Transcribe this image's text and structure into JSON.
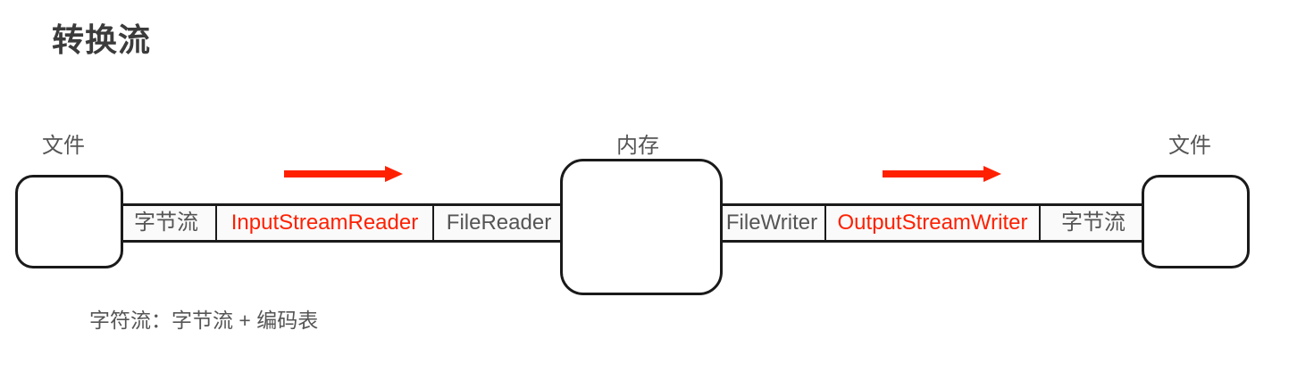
{
  "title": "转换流",
  "diagram": {
    "nodes": [
      {
        "id": "file-left",
        "caption": "文件"
      },
      {
        "id": "memory",
        "caption": "内存"
      },
      {
        "id": "file-right",
        "caption": "文件"
      }
    ],
    "pipelines": [
      {
        "id": "input-pipeline",
        "direction": "left-to-right",
        "cells": [
          {
            "label": "字节流",
            "style": "cjk"
          },
          {
            "label": "InputStreamReader",
            "style": "accent"
          },
          {
            "label": "FileReader",
            "style": "plain"
          }
        ]
      },
      {
        "id": "output-pipeline",
        "direction": "left-to-right",
        "cells": [
          {
            "label": "FileWriter",
            "style": "plain"
          },
          {
            "label": "OutputStreamWriter",
            "style": "accent"
          },
          {
            "label": "字节流",
            "style": "cjk"
          }
        ]
      }
    ],
    "arrows": [
      {
        "id": "arrow-read",
        "direction": "right",
        "color": "#ff2000"
      },
      {
        "id": "arrow-write",
        "direction": "right",
        "color": "#ff2000"
      }
    ],
    "footnote": "字符流：字节流 + 编码表"
  },
  "colors": {
    "accent": "#ff2000",
    "text": "#555555",
    "title": "#3b3b3b",
    "stroke": "#1a1a1a",
    "background": "#ffffff"
  }
}
